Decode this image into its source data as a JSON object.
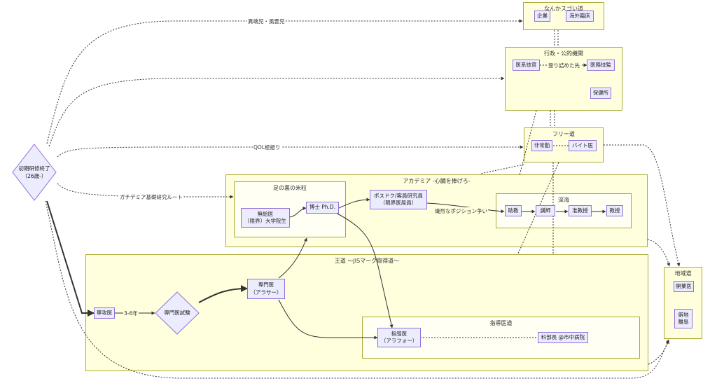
{
  "subgraphs": {
    "nanka": "なんかスゴい道",
    "gyosei": "行政・公的機関",
    "free": "フリー道",
    "academia": "アカデミア -心臓を捧げろ-",
    "ashi": "足の裏の米粒",
    "shinkai": "深海",
    "odo": "王道 〜JISマーク取得道〜",
    "shido": "指導医道",
    "chiiki": "地域道"
  },
  "nodes": {
    "start": "初期研修終了\n（26歳-）",
    "kigyo": "企業",
    "kaigai": "海外臨床",
    "ikei": "医系技官",
    "imu": "医務技監",
    "hokenjo": "保健所",
    "hijokin": "非常勤",
    "baito": "バイト医",
    "mukyu": "無給医\n（限界）大学院生",
    "hakase": "博士 Ph.D.",
    "posudoku": "ポスドク/客員研究員\n（限界医局員）",
    "jokyo": "助教",
    "koshi": "講師",
    "junkyoju": "准教授",
    "kyoju": "教授",
    "senkoi": "専攻医",
    "shiken": "専門医試験",
    "senmon": "専門医\n（アラサー）",
    "shidoi": "指導医\n（アラフォー）",
    "bucho": "科部長 @市中病院",
    "kaigyo": "開業医",
    "hekichi": "僻地\n離島"
  },
  "edge_labels": {
    "itan": "異端児・風雲児",
    "qol": "QOL極振り",
    "gachi": "ガチデミア基礎研究ルート",
    "noboritsumeta": "登り詰めた先",
    "position": "熾烈なポジション争い",
    "years": "3-6年"
  },
  "colors": {
    "node_fill": "#ececff",
    "node_border": "#9370db",
    "cluster_fill": "#ffffde",
    "cluster_border": "#aaaa33",
    "edge": "#333333"
  }
}
